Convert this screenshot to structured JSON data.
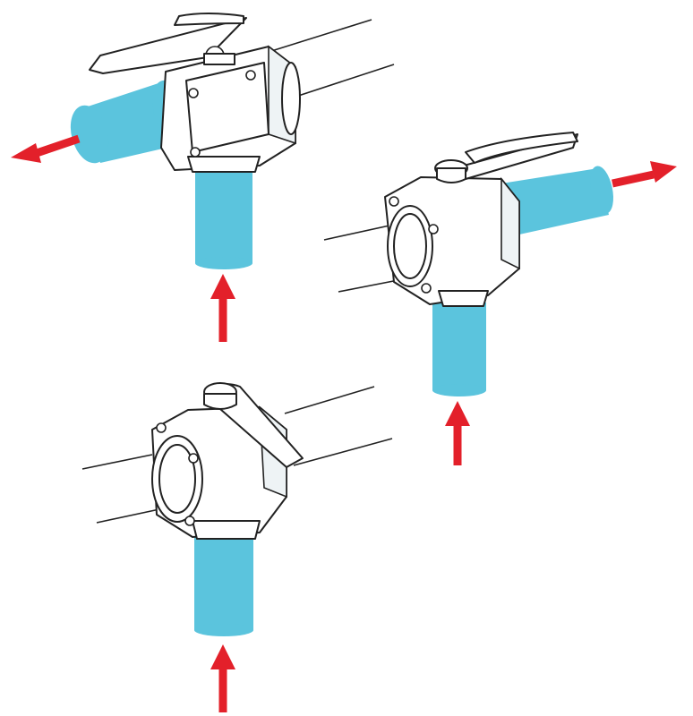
{
  "colors": {
    "flow_pipe": "#5bc4dd",
    "flow_pipe_edge": "#2a8fb0",
    "arrow": "#e3202a",
    "outline": "#222222",
    "background": "#ffffff"
  },
  "valves": [
    {
      "id": "valve-top-left",
      "inlet": "bottom",
      "outlet": "left",
      "handle_direction": "left"
    },
    {
      "id": "valve-right",
      "inlet": "bottom",
      "outlet": "right",
      "handle_direction": "right"
    },
    {
      "id": "valve-bottom-left",
      "inlet": "bottom",
      "outlet": "none",
      "handle_direction": "diagonal-down-right"
    }
  ],
  "icons": {
    "flow_arrow": "arrow-icon",
    "valve": "three-way-ball-valve-icon"
  }
}
